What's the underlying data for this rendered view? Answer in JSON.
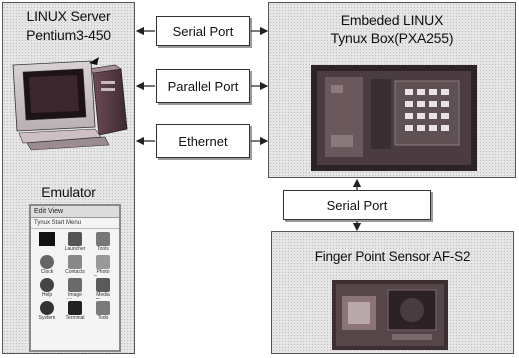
{
  "linux_server": {
    "title_line1": "LINUX Server",
    "title_line2": "Pentium3-450",
    "emulator_label": "Emulator"
  },
  "ports": {
    "serial": "Serial Port",
    "parallel": "Parallel Port",
    "ethernet": "Ethernet",
    "serial_bottom": "Serial Port"
  },
  "tynux_box": {
    "title_line1": "Embeded LINUX",
    "title_line2": "Tynux Box(PXA255)"
  },
  "finger_sensor": {
    "title": "Finger Point Sensor AF-S2"
  },
  "emulator_screen": {
    "menu_text": "Edit  View",
    "folder_text": "Tynux Start Menu",
    "icons": [
      "",
      "Launcher",
      "Tools",
      "Clock",
      "Contacts",
      "Photo Browser",
      "Help",
      "Image Viewer",
      "Media Player",
      "System",
      "Terminal",
      "Todo"
    ]
  },
  "colors": {
    "background": "#ffffff",
    "panel_fill": "#e6e6e6",
    "border": "#555555",
    "arrow": "#222222"
  }
}
